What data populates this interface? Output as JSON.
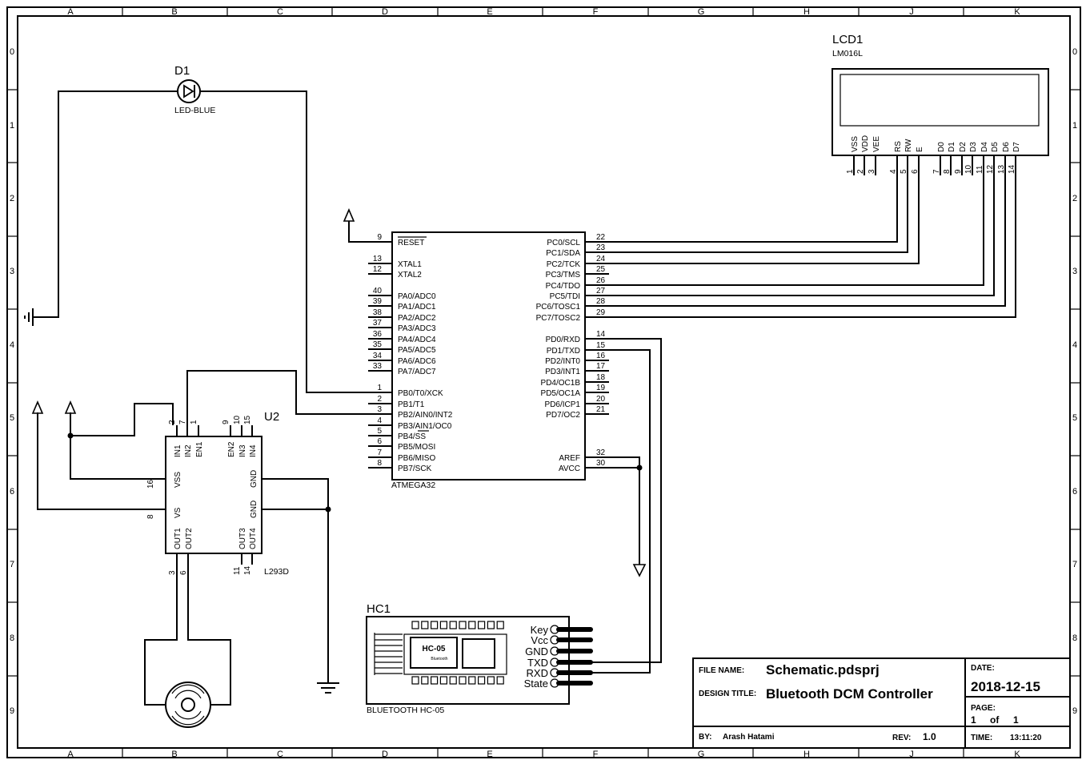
{
  "sheet": {
    "col_labels": [
      "A",
      "B",
      "C",
      "D",
      "E",
      "F",
      "G",
      "H",
      "J",
      "K"
    ],
    "row_labels": [
      "0",
      "1",
      "2",
      "3",
      "4",
      "5",
      "6",
      "7",
      "8",
      "9"
    ]
  },
  "led": {
    "ref": "D1",
    "value": "LED-BLUE"
  },
  "lcd": {
    "ref": "LCD1",
    "value": "LM016L",
    "pin_names": [
      "VSS",
      "VDD",
      "VEE",
      "RS",
      "RW",
      "E",
      "D0",
      "D1",
      "D2",
      "D3",
      "D4",
      "D5",
      "D6",
      "D7"
    ],
    "pin_numbers": [
      "1",
      "2",
      "3",
      "4",
      "5",
      "6",
      "7",
      "8",
      "9",
      "10",
      "11",
      "12",
      "13",
      "14"
    ]
  },
  "mcu": {
    "value": "ATMEGA32",
    "left_pins": [
      {
        "num": "9",
        "name": "RESET"
      },
      {
        "num": "13",
        "name": "XTAL1"
      },
      {
        "num": "12",
        "name": "XTAL2"
      },
      {
        "num": "40",
        "name": "PA0/ADC0"
      },
      {
        "num": "39",
        "name": "PA1/ADC1"
      },
      {
        "num": "38",
        "name": "PA2/ADC2"
      },
      {
        "num": "37",
        "name": "PA3/ADC3"
      },
      {
        "num": "36",
        "name": "PA4/ADC4"
      },
      {
        "num": "35",
        "name": "PA5/ADC5"
      },
      {
        "num": "34",
        "name": "PA6/ADC6"
      },
      {
        "num": "33",
        "name": "PA7/ADC7"
      },
      {
        "num": "1",
        "name": "PB0/T0/XCK"
      },
      {
        "num": "2",
        "name": "PB1/T1"
      },
      {
        "num": "3",
        "name": "PB2/AIN0/INT2"
      },
      {
        "num": "4",
        "name": "PB3/AIN1/OC0"
      },
      {
        "num": "5",
        "name": "PB4/SS"
      },
      {
        "num": "6",
        "name": "PB5/MOSI"
      },
      {
        "num": "7",
        "name": "PB6/MISO"
      },
      {
        "num": "8",
        "name": "PB7/SCK"
      }
    ],
    "right_pins": [
      {
        "num": "22",
        "name": "PC0/SCL"
      },
      {
        "num": "23",
        "name": "PC1/SDA"
      },
      {
        "num": "24",
        "name": "PC2/TCK"
      },
      {
        "num": "25",
        "name": "PC3/TMS"
      },
      {
        "num": "26",
        "name": "PC4/TDO"
      },
      {
        "num": "27",
        "name": "PC5/TDI"
      },
      {
        "num": "28",
        "name": "PC6/TOSC1"
      },
      {
        "num": "29",
        "name": "PC7/TOSC2"
      },
      {
        "num": "14",
        "name": "PD0/RXD"
      },
      {
        "num": "15",
        "name": "PD1/TXD"
      },
      {
        "num": "16",
        "name": "PD2/INT0"
      },
      {
        "num": "17",
        "name": "PD3/INT1"
      },
      {
        "num": "18",
        "name": "PD4/OC1B"
      },
      {
        "num": "19",
        "name": "PD5/OC1A"
      },
      {
        "num": "20",
        "name": "PD6/ICP1"
      },
      {
        "num": "21",
        "name": "PD7/OC2"
      },
      {
        "num": "32",
        "name": "AREF"
      },
      {
        "num": "30",
        "name": "AVCC"
      }
    ]
  },
  "driver": {
    "ref": "U2",
    "value": "L293D",
    "top_pins": [
      {
        "num": "2",
        "name": "IN1"
      },
      {
        "num": "7",
        "name": "IN2"
      },
      {
        "num": "1",
        "name": "EN1"
      },
      {
        "num": "9",
        "name": "EN2"
      },
      {
        "num": "10",
        "name": "IN3"
      },
      {
        "num": "15",
        "name": "IN4"
      }
    ],
    "left_pins": [
      {
        "num": "16",
        "name": "VSS"
      },
      {
        "num": "8",
        "name": "VS"
      }
    ],
    "right_pins": [
      {
        "name": "GND"
      },
      {
        "name": "GND"
      }
    ],
    "bottom_pins": [
      {
        "num": "3",
        "name": "OUT1"
      },
      {
        "num": "6",
        "name": "OUT2"
      },
      {
        "num": "11",
        "name": "OUT3"
      },
      {
        "num": "14",
        "name": "OUT4"
      }
    ]
  },
  "bluetooth": {
    "ref": "HC1",
    "value": "BLUETOOTH HC-05",
    "chip_label": "HC-05",
    "chip_sub": "Bluetooth",
    "pins": [
      "Key",
      "Vcc",
      "GND",
      "TXD",
      "RXD",
      "State"
    ]
  },
  "title_block": {
    "file_name_label": "FILE NAME:",
    "file_name": "Schematic.pdsprj",
    "design_title_label": "DESIGN TITLE:",
    "design_title": "Bluetooth DCM Controller",
    "date_label": "DATE:",
    "date": "2018-12-15",
    "page_label": "PAGE:",
    "page_num": "1",
    "page_of": "of",
    "page_total": "1",
    "by_label": "BY:",
    "by": "Arash Hatami",
    "rev_label": "REV:",
    "rev": "1.0",
    "time_label": "TIME:",
    "time": "13:11:20"
  }
}
